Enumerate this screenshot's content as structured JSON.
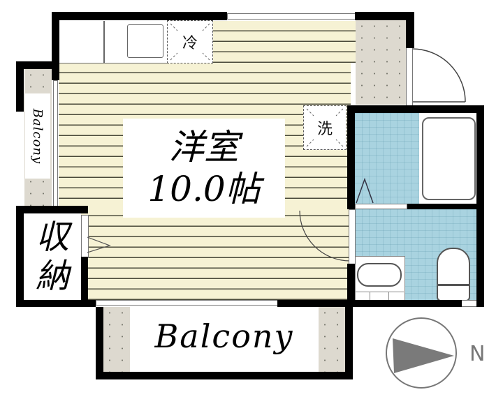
{
  "floorplan": {
    "main_room": {
      "type_label": "洋室",
      "size_label": "10.0帖",
      "floor_color": "#f6f2d4"
    },
    "fridge_label": "冷",
    "washer_label": "洗",
    "storage_label_line1": "収",
    "storage_label_line2": "納",
    "balcony_bottom_label": "Balcony",
    "balcony_left_label": "Balcony",
    "compass": {
      "direction_label": "N",
      "arrow_color": "#7a7a7a"
    },
    "colors": {
      "wall": "#000000",
      "bath_tile": "#a9d3e0",
      "balcony_floor": "#ddd9cf"
    }
  }
}
